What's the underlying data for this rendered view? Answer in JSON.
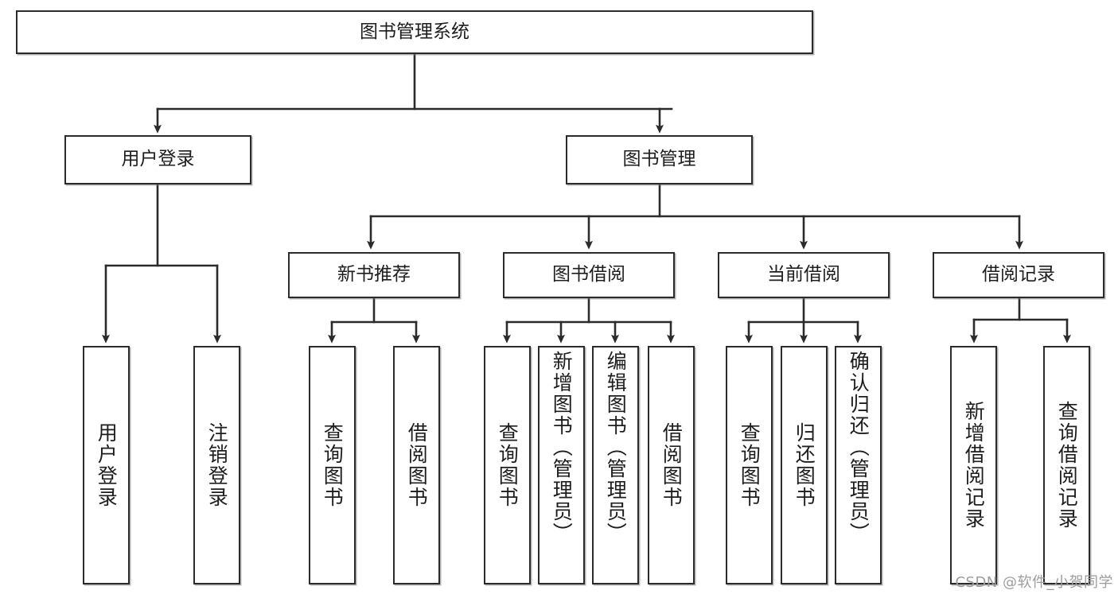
{
  "diagram": {
    "type": "tree",
    "title": "图书管理系统",
    "orientation": "top-down",
    "colors": {
      "box_border": "#2b2b2b",
      "box_fill": "#ffffff",
      "line": "#2b2b2b",
      "text": "#1d1d1d",
      "watermark": "#9d9d9d"
    }
  },
  "root": {
    "label": "图书管理系统"
  },
  "level1": [
    {
      "id": "user-login",
      "label": "用户登录"
    },
    {
      "id": "book-manage",
      "label": "图书管理"
    }
  ],
  "level2": [
    {
      "id": "new-book-recommend",
      "label": "新书推荐"
    },
    {
      "id": "book-borrow",
      "label": "图书借阅"
    },
    {
      "id": "current-borrow",
      "label": "当前借阅"
    },
    {
      "id": "borrow-record",
      "label": "借阅记录"
    }
  ],
  "leaves": {
    "user_login": [
      {
        "id": "leaf-user-login",
        "label": "用户登录"
      },
      {
        "id": "leaf-logout-login",
        "label": "注销登录"
      }
    ],
    "new_book_recommend": [
      {
        "id": "leaf-query-book-1",
        "label": "查询图书"
      },
      {
        "id": "leaf-borrow-book-1",
        "label": "借阅图书"
      }
    ],
    "book_borrow": [
      {
        "id": "leaf-query-book-2",
        "label": "查询图书"
      },
      {
        "id": "leaf-add-book",
        "label": "新增图书（管理员）"
      },
      {
        "id": "leaf-edit-book",
        "label": "编辑图书（管理员）"
      },
      {
        "id": "leaf-borrow-book-2",
        "label": "借阅图书"
      }
    ],
    "current_borrow": [
      {
        "id": "leaf-query-book-3",
        "label": "查询图书"
      },
      {
        "id": "leaf-return-book",
        "label": "归还图书"
      },
      {
        "id": "leaf-confirm-return",
        "label": "确认归还（管理员）"
      }
    ],
    "borrow_record": [
      {
        "id": "leaf-add-record",
        "label": "新增借阅记录"
      },
      {
        "id": "leaf-query-record",
        "label": "查询借阅记录"
      }
    ]
  },
  "watermark": {
    "text": "CSDN @软件_小贺同学"
  }
}
